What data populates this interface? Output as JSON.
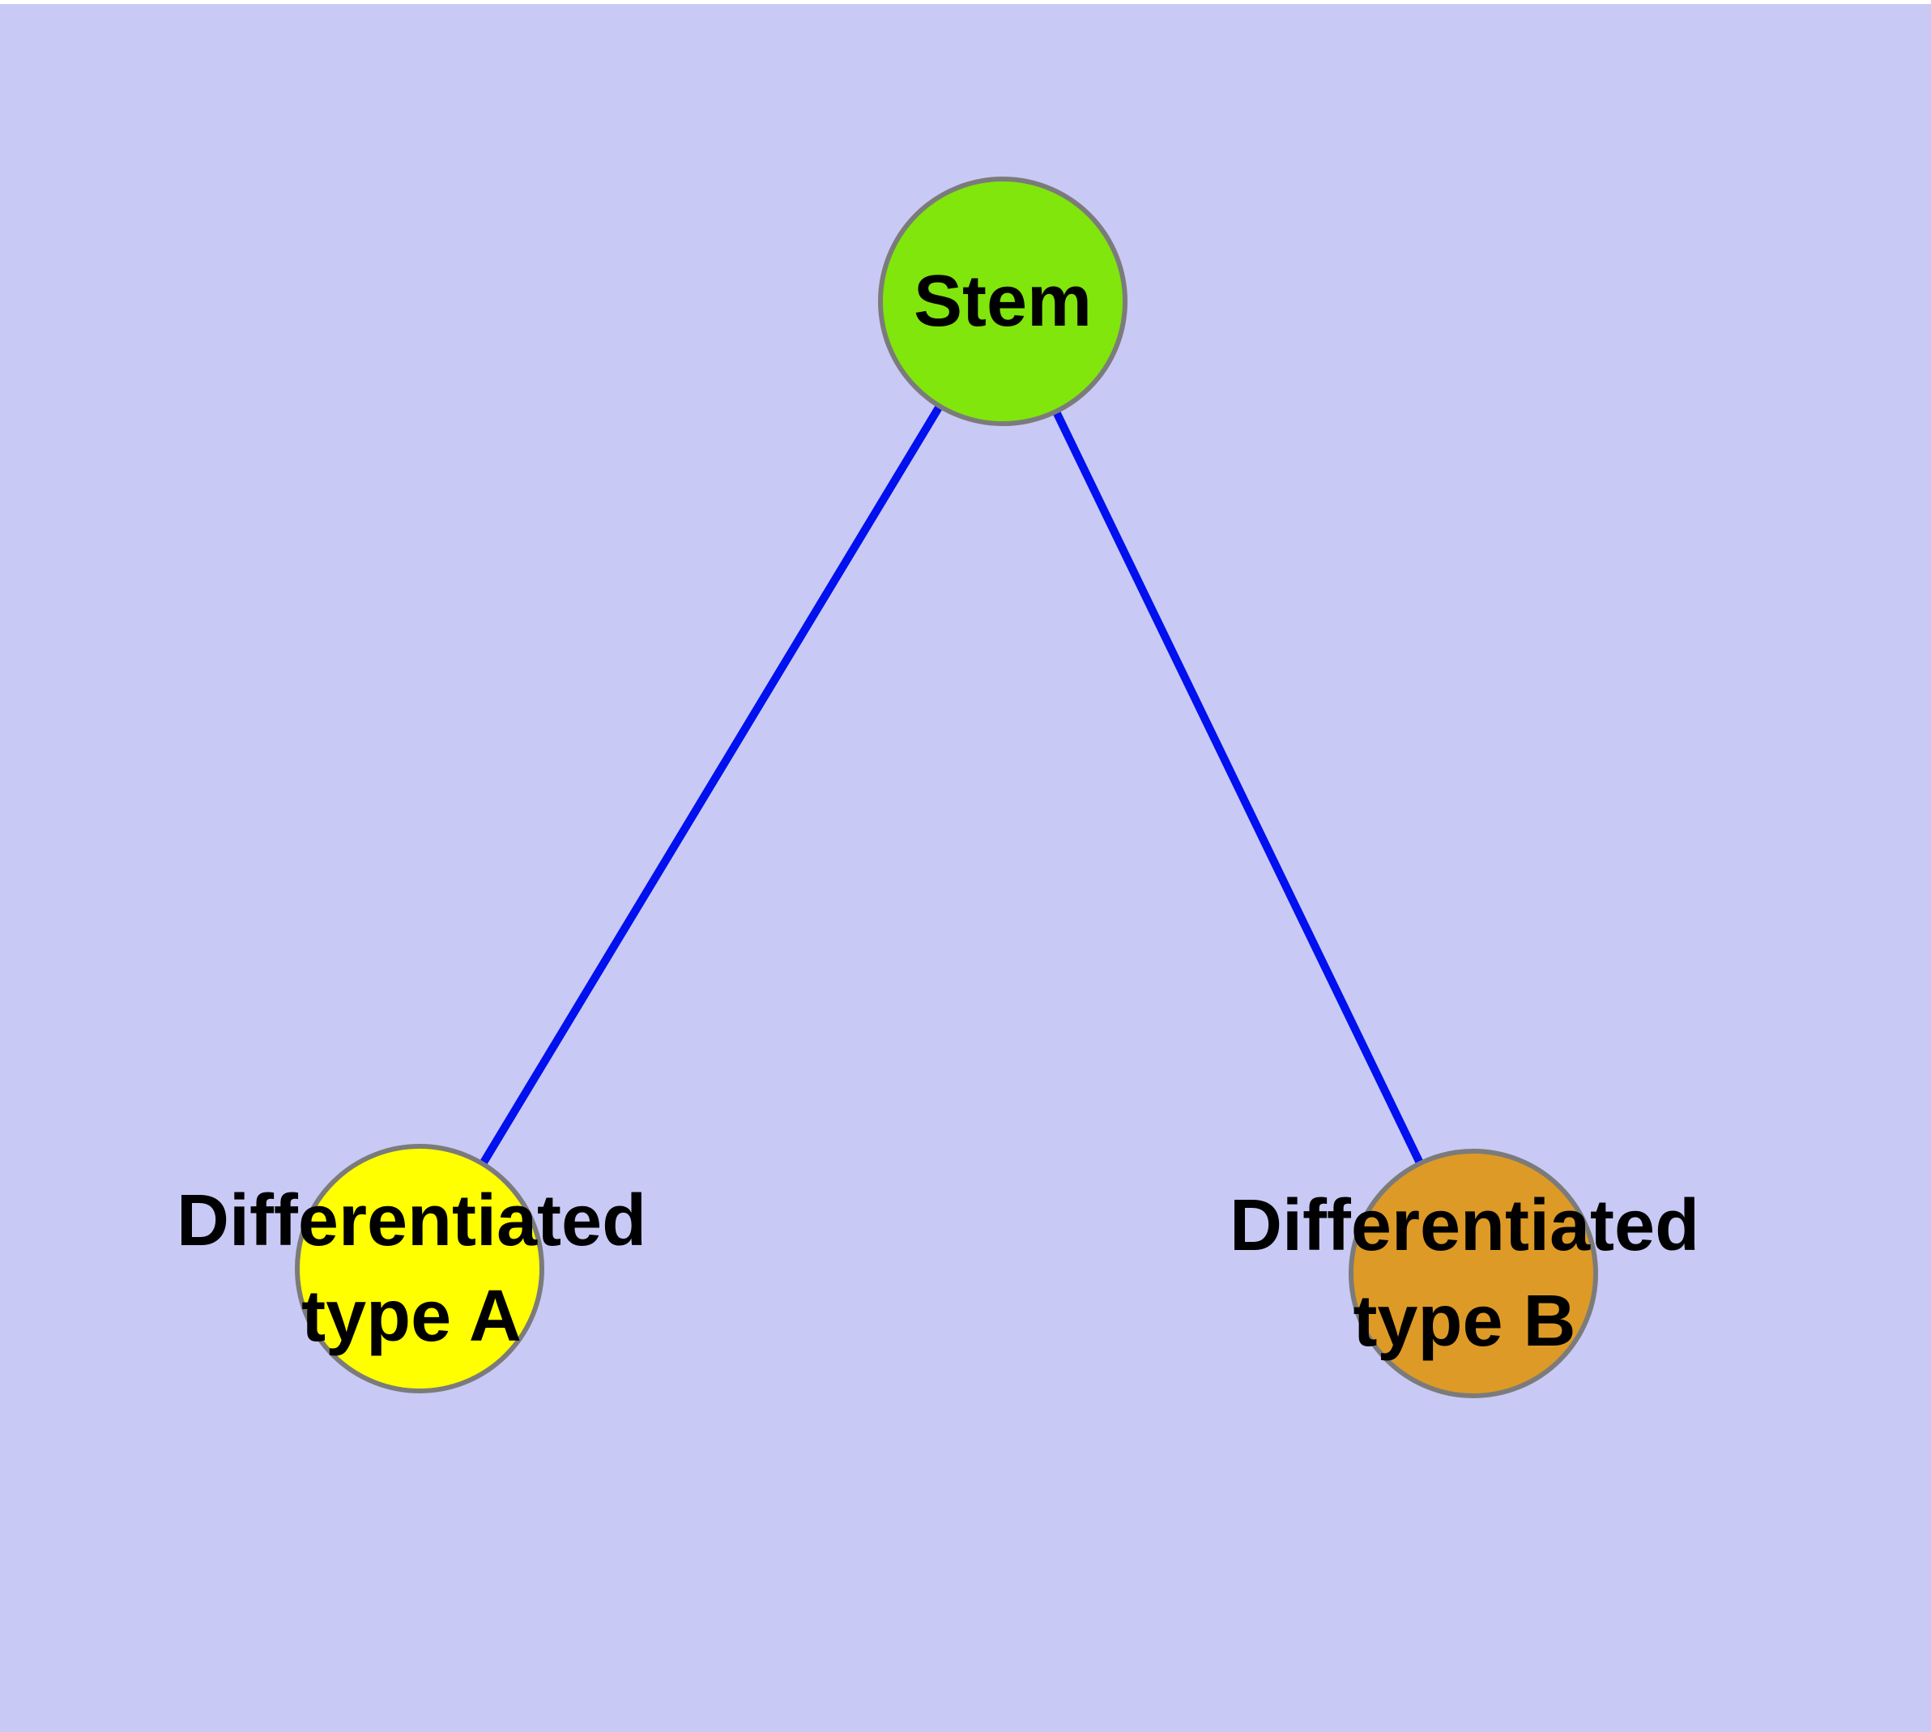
{
  "colors": {
    "background": "#c9c9f5",
    "top_strip": "#ffffff",
    "edge": "#0010ee",
    "node_stroke": "#7b7b7b",
    "label_text": "#000000"
  },
  "graph": {
    "type": "node-link-diagram",
    "nodes": {
      "stem": {
        "label": "Stem",
        "fill": "#80e60c"
      },
      "type_a": {
        "label_line1": "Differentiated",
        "label_line2": "type A",
        "fill": "#ffff00"
      },
      "type_b": {
        "label_line1": "Differentiated",
        "label_line2": "type B",
        "fill": "#de9a26"
      }
    },
    "edges": [
      {
        "source": "Stem",
        "target": "Differentiated type A"
      },
      {
        "source": "Stem",
        "target": "Differentiated type B"
      }
    ]
  }
}
